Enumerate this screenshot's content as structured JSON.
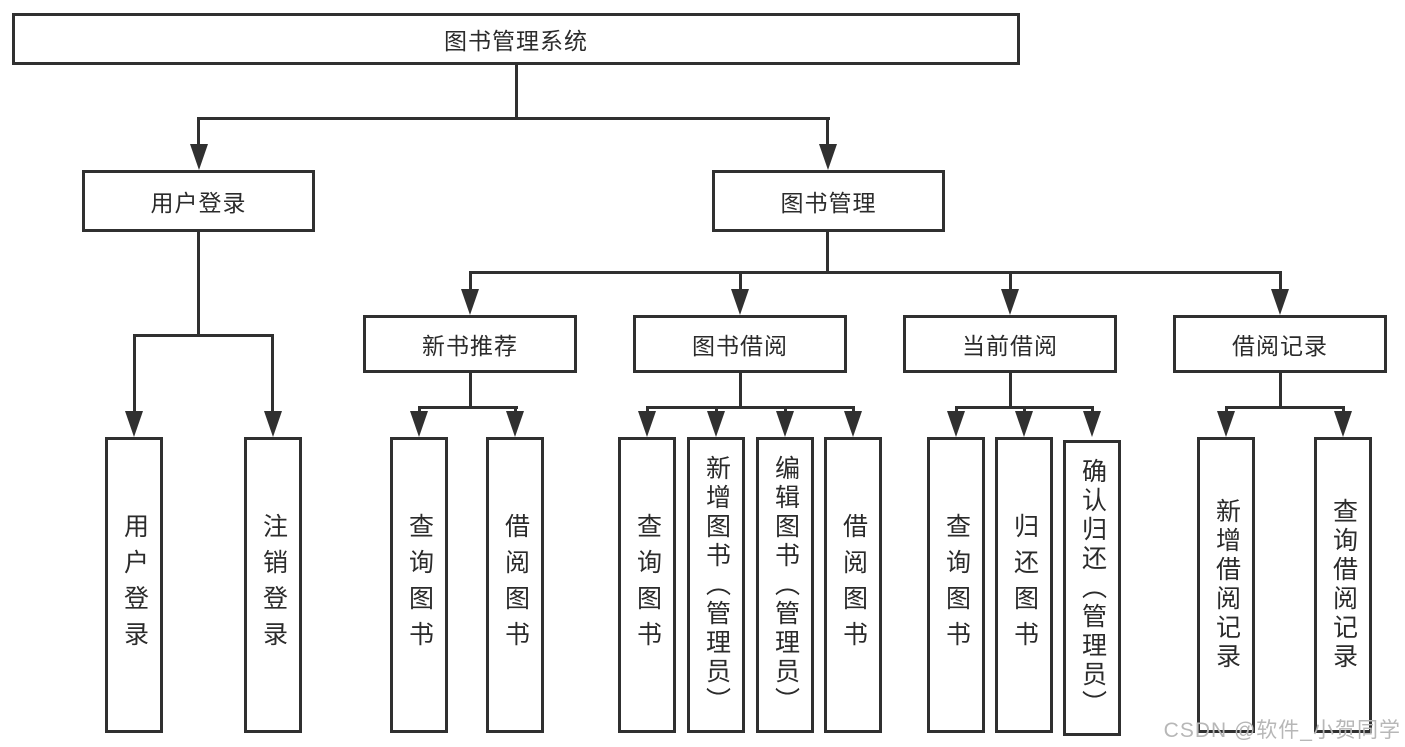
{
  "diagram": {
    "type": "tree",
    "title": "图书管理系统",
    "nodes": {
      "root": "图书管理系统",
      "user_login": "用户登录",
      "book_mgmt": "图书管理",
      "new_book_rec": "新书推荐",
      "book_borrow": "图书借阅",
      "current_borrow": "当前借阅",
      "borrow_records": "借阅记录",
      "leaf_user_login": "用户登录",
      "leaf_logout": "注销登录",
      "leaf_query_book_1": "查询图书",
      "leaf_borrow_book_1": "借阅图书",
      "leaf_query_book_2": "查询图书",
      "leaf_add_book": "新增图书（管理员）",
      "leaf_edit_book": "编辑图书（管理员）",
      "leaf_borrow_book_2": "借阅图书",
      "leaf_query_book_3": "查询图书",
      "leaf_return_book": "归还图书",
      "leaf_confirm_return": "确认归还（管理员）",
      "leaf_add_record": "新增借阅记录",
      "leaf_query_record": "查询借阅记录"
    },
    "edges": [
      [
        "图书管理系统",
        "用户登录"
      ],
      [
        "图书管理系统",
        "图书管理"
      ],
      [
        "用户登录",
        "用户登录(叶)"
      ],
      [
        "用户登录",
        "注销登录"
      ],
      [
        "图书管理",
        "新书推荐"
      ],
      [
        "图书管理",
        "图书借阅"
      ],
      [
        "图书管理",
        "当前借阅"
      ],
      [
        "图书管理",
        "借阅记录"
      ],
      [
        "新书推荐",
        "查询图书"
      ],
      [
        "新书推荐",
        "借阅图书"
      ],
      [
        "图书借阅",
        "查询图书"
      ],
      [
        "图书借阅",
        "新增图书（管理员）"
      ],
      [
        "图书借阅",
        "编辑图书（管理员）"
      ],
      [
        "图书借阅",
        "借阅图书"
      ],
      [
        "当前借阅",
        "查询图书"
      ],
      [
        "当前借阅",
        "归还图书"
      ],
      [
        "当前借阅",
        "确认归还（管理员）"
      ],
      [
        "借阅记录",
        "新增借阅记录"
      ],
      [
        "借阅记录",
        "查询借阅记录"
      ]
    ],
    "watermark": "CSDN @软件_小贺同学",
    "colors": {
      "line": "#303030",
      "text": "#2b2b2b",
      "watermark": "#b7b7b7",
      "background": "#ffffff"
    }
  }
}
